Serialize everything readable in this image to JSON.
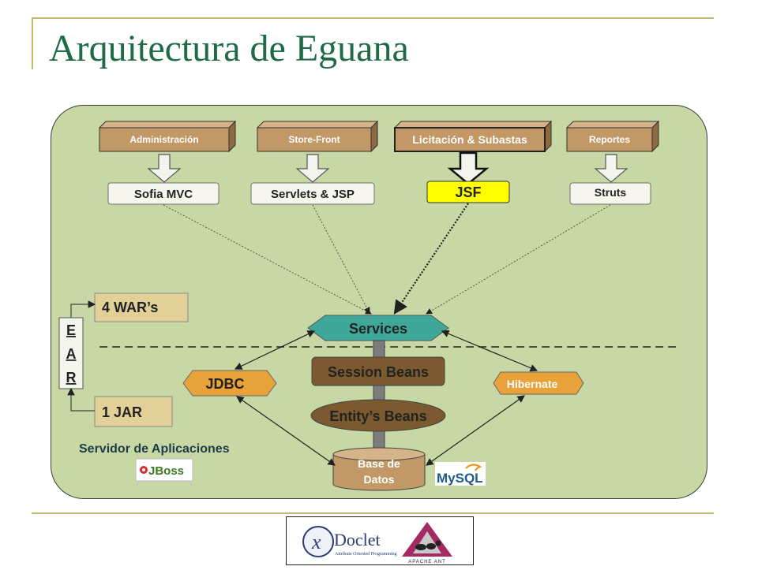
{
  "title": "Arquitectura de Eguana",
  "presentation_layer": {
    "modules": [
      {
        "label": "Administración"
      },
      {
        "label": "Store-Front"
      },
      {
        "label": "Licitación & Subastas"
      },
      {
        "label": "Reportes"
      }
    ],
    "technologies": [
      {
        "label": "Sofia MVC"
      },
      {
        "label": "Servlets & JSP"
      },
      {
        "label": "JSF"
      },
      {
        "label": "Struts"
      }
    ]
  },
  "ear": {
    "letters": [
      "E",
      "A",
      "R"
    ],
    "wars_label": "4 WAR’s",
    "jar_label": "1 JAR"
  },
  "business_layer": {
    "services_label": "Services",
    "session_beans_label": "Session Beans",
    "entity_beans_label": "Entity’s Beans"
  },
  "data_access": {
    "jdbc_label": "JDBC",
    "hibernate_label": "Hibernate",
    "database_line1": "Base de",
    "database_line2": "Datos"
  },
  "server_label": "Servidor de Aplicaciones",
  "logos": {
    "jboss": "JBoss",
    "mysql": "MySQL",
    "xdoclet": "Doclet",
    "xdoclet_tagline": "Attribute Oriented Programming",
    "apache_ant": "APACHE ANT"
  },
  "colors": {
    "title": "#1e6b46",
    "panel": "#c7d8a4",
    "module_box": "#c29866",
    "highlight": "#ffff00",
    "services": "#3fa79a",
    "beans": "#7a5a2e",
    "jdbc": "#e9a13a"
  }
}
